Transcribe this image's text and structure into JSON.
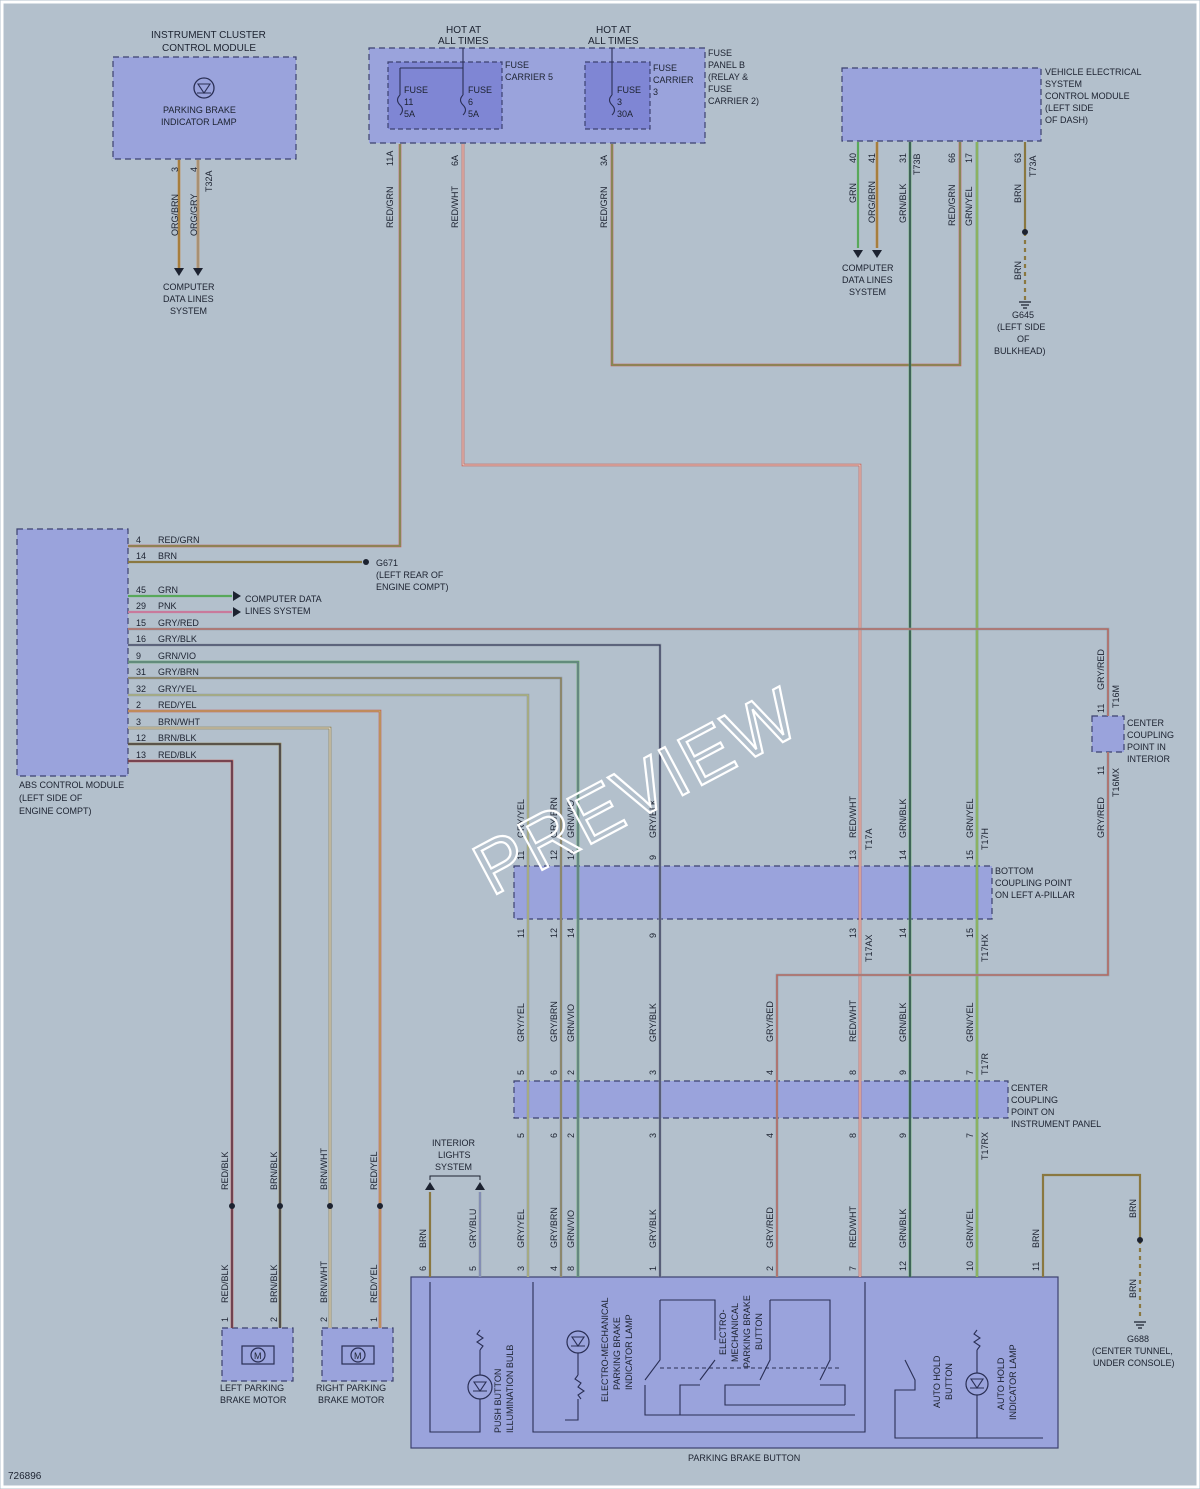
{
  "diagram_id": "726896",
  "watermark": "PREVIEW",
  "colors": {
    "RED": "#c85a4c",
    "GRN": "#58a85a",
    "ORG": "#c8843a",
    "BRN": "#8a7840",
    "YEL": "#b7b96a",
    "GRY": "#8f9aa2",
    "PNK": "#c97a9c",
    "BLU": "#7a84c4",
    "VIO": "#6d6f9e",
    "GRYRED": "#c07878",
    "background": "#b3c0cc",
    "component": "#9aa3dc",
    "fuse_carrier": "#7f86d4"
  },
  "components": {
    "ic_title_1": "INSTRUMENT CLUSTER",
    "ic_title_2": "CONTROL MODULE",
    "ic_lamp_1": "PARKING BRAKE",
    "ic_lamp_2": "INDICATOR LAMP",
    "fuse_hot1_1": "HOT AT",
    "fuse_hot1_2": "ALL TIMES",
    "fuse_hot2_1": "HOT AT",
    "fuse_hot2_2": "ALL TIMES",
    "fuse11_a": "FUSE",
    "fuse11_b": "11",
    "fuse11_c": "5A",
    "fuse6_a": "FUSE",
    "fuse6_b": "6",
    "fuse6_c": "5A",
    "fuse3_a": "FUSE",
    "fuse3_b": "3",
    "fuse3_c": "30A",
    "carrier5_1": "FUSE",
    "carrier5_2": "CARRIER 5",
    "carrier3_1": "FUSE",
    "carrier3_2": "CARRIER",
    "carrier3_3": "3",
    "panelb_1": "FUSE",
    "panelb_2": "PANEL B",
    "panelb_3": "(RELAY &",
    "panelb_4": "FUSE",
    "panelb_5": "CARRIER 2)",
    "vesc_1": "VEHICLE ELECTRICAL",
    "vesc_2": "SYSTEM",
    "vesc_3": "CONTROL MODULE",
    "vesc_4": "(LEFT SIDE",
    "vesc_5": "OF DASH)",
    "cdl1_1": "COMPUTER",
    "cdl1_2": "DATA LINES",
    "cdl1_3": "SYSTEM",
    "cdl2_1": "COMPUTER",
    "cdl2_2": "DATA LINES",
    "cdl2_3": "SYSTEM",
    "cdl3_1": "COMPUTER DATA",
    "cdl3_2": "LINES SYSTEM",
    "g645_1": "G645",
    "g645_2": "(LEFT SIDE",
    "g645_3": "OF",
    "g645_4": "BULKHEAD)",
    "g671_1": "G671",
    "g671_2": "(LEFT REAR OF",
    "g671_3": "ENGINE COMPT)",
    "g688_1": "G688",
    "g688_2": "(CENTER TUNNEL,",
    "g688_3": "UNDER CONSOLE)",
    "abs_1": "ABS CONTROL MODULE",
    "abs_2": "(LEFT SIDE OF",
    "abs_3": "ENGINE COMPT)",
    "ccp_1": "CENTER",
    "ccp_2": "COUPLING",
    "ccp_3": "POINT IN",
    "ccp_4": "INTERIOR",
    "bcp_1": "BOTTOM",
    "bcp_2": "COUPLING POINT",
    "bcp_3": "ON LEFT A-PILLAR",
    "ccip_1": "CENTER",
    "ccip_2": "COUPLING",
    "ccip_3": "POINT ON",
    "ccip_4": "INSTRUMENT PANEL",
    "ils_1": "INTERIOR",
    "ils_2": "LIGHTS",
    "ils_3": "SYSTEM",
    "lpm_1": "LEFT PARKING",
    "lpm_2": "BRAKE MOTOR",
    "rpm_1": "RIGHT PARKING",
    "rpm_2": "BRAKE MOTOR",
    "pbb": "PARKING BRAKE BUTTON",
    "pbb_bulb_1": "PUSH BUTTON",
    "pbb_bulb_2": "ILLUMINATION BULB",
    "pbb_emi_1": "ELECTRO-MECHANICAL",
    "pbb_emi_2": "PARKING BRAKE",
    "pbb_emi_3": "INDICATOR LAMP",
    "pbb_emb_1": "ELECTRO-",
    "pbb_emb_2": "MECHANICAL",
    "pbb_emb_3": "PARKING BRAKE",
    "pbb_emb_4": "BUTTON",
    "pbb_ahb_1": "AUTO HOLD",
    "pbb_ahb_2": "BUTTON",
    "pbb_ahl_1": "AUTO HOLD",
    "pbb_ahl_2": "INDICATOR LAMP",
    "motor_symbol": "M"
  },
  "connectors": {
    "T32A": "T32A",
    "T73B": "T73B",
    "T73A": "T73A",
    "T16M": "T16M",
    "T16MX": "T16MX",
    "T17A": "T17A",
    "T17H": "T17H",
    "T17AX": "T17AX",
    "T17HX": "T17HX",
    "T17R": "T17R",
    "T17RX": "T17RX"
  },
  "abs_pins": [
    {
      "pin": "4",
      "wire": "RED/GRN"
    },
    {
      "pin": "14",
      "wire": "BRN"
    },
    {
      "pin": "45",
      "wire": "GRN"
    },
    {
      "pin": "29",
      "wire": "PNK"
    },
    {
      "pin": "15",
      "wire": "GRY/RED"
    },
    {
      "pin": "16",
      "wire": "GRY/BLK"
    },
    {
      "pin": "9",
      "wire": "GRN/VIO"
    },
    {
      "pin": "31",
      "wire": "GRY/BRN"
    },
    {
      "pin": "32",
      "wire": "GRY/YEL"
    },
    {
      "pin": "2",
      "wire": "RED/YEL"
    },
    {
      "pin": "3",
      "wire": "BRN/WHT"
    },
    {
      "pin": "12",
      "wire": "BRN/BLK"
    },
    {
      "pin": "13",
      "wire": "RED/BLK"
    }
  ],
  "top_wires": {
    "ic_3": "3",
    "ic_4": "4",
    "ic_3_wire": "ORG/BRN",
    "ic_4_wire": "ORG/GRY",
    "f11_pin": "11A",
    "f11_wire": "RED/GRN",
    "f6_pin": "6A",
    "f6_wire": "RED/WHT",
    "f3_pin": "3A",
    "f3_wire": "RED/GRN",
    "v40": "40",
    "v40_wire": "GRN",
    "v41": "41",
    "v41_wire": "ORG/BRN",
    "v31": "31",
    "v31_wire": "GRN/BLK",
    "v66": "66",
    "v66_wire": "RED/GRN",
    "v17": "17",
    "v17_wire": "GRN/YEL",
    "v63": "63",
    "v63_wire": "BRN",
    "v63_wire2": "BRN",
    "cc_11": "11",
    "cc_11x": "11",
    "cc_top_wire": "GRY/RED",
    "cc_bot_wire": "GRY/RED"
  },
  "bottom_coupling": {
    "top_wires": [
      "GRY/YEL",
      "GRY/BRN",
      "GRN/VIO",
      "GRY/BLK",
      "RED/WHT",
      "GRN/BLK",
      "GRN/YEL"
    ],
    "top_pins": [
      "11",
      "12",
      "14",
      "9",
      "13",
      "14",
      "15"
    ],
    "bot_pins": [
      "11",
      "12",
      "14",
      "9",
      "13",
      "14",
      "15"
    ]
  },
  "center_coupling": {
    "top_wires": [
      "GRY/YEL",
      "GRY/BRN",
      "GRN/VIO",
      "GRY/BLK",
      "GRY/RED",
      "RED/WHT",
      "GRN/BLK",
      "GRN/YEL"
    ],
    "top_pins": [
      "5",
      "6",
      "2",
      "3",
      "4",
      "8",
      "9",
      "7"
    ],
    "bot_pins": [
      "5",
      "6",
      "2",
      "3",
      "4",
      "8",
      "9",
      "7"
    ]
  },
  "pbb_pins": [
    {
      "pin": "6",
      "wire": "BRN"
    },
    {
      "pin": "5",
      "wire": "GRY/BLU"
    },
    {
      "pin": "3",
      "wire": "GRY/YEL"
    },
    {
      "pin": "4",
      "wire": "GRY/BRN"
    },
    {
      "pin": "8",
      "wire": "GRN/VIO"
    },
    {
      "pin": "1",
      "wire": "GRY/BLK"
    },
    {
      "pin": "2",
      "wire": "GRY/RED"
    },
    {
      "pin": "7",
      "wire": "RED/WHT"
    },
    {
      "pin": "12",
      "wire": "GRN/BLK"
    },
    {
      "pin": "10",
      "wire": "GRN/YEL"
    },
    {
      "pin": "11",
      "wire": "BRN"
    }
  ],
  "motors": {
    "lm_w1": "RED/BLK",
    "lm_w2": "BRN/BLK",
    "lm_p1": "1",
    "lm_p2": "2",
    "lm_w1b": "RED/BLK",
    "lm_w2b": "BRN/BLK",
    "rm_w1": "BRN/WHT",
    "rm_w2": "RED/YEL",
    "rm_p1": "2",
    "rm_p2": "1",
    "rm_w1b": "BRN/WHT",
    "rm_w2b": "RED/YEL"
  },
  "g688_wire_1": "BRN",
  "g688_wire_2": "BRN"
}
